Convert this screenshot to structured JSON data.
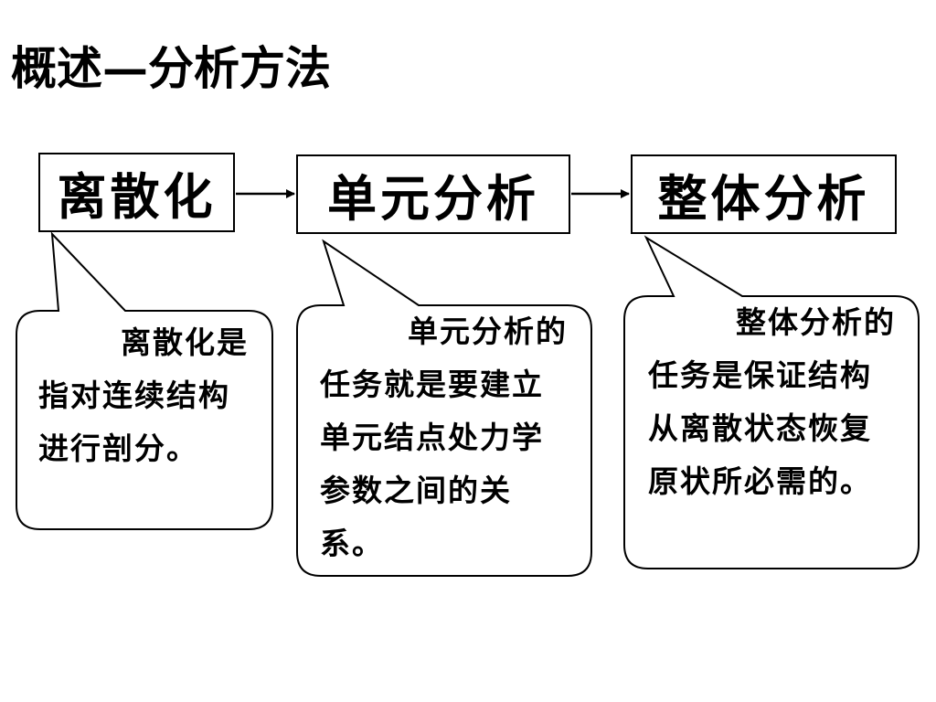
{
  "slide": {
    "title": "概述—分析方法",
    "steps": [
      {
        "label": "离散化"
      },
      {
        "label": "单元分析"
      },
      {
        "label": "整体分析"
      }
    ],
    "notes": [
      {
        "text": "离散化是指对连续结构进行剖分。"
      },
      {
        "text": "单元分析的任务就是要建立单元结点处力学参数之间的关系。"
      },
      {
        "text": "整体分析的任务是保证结构从离散状态恢复原状所必需的。"
      }
    ]
  }
}
